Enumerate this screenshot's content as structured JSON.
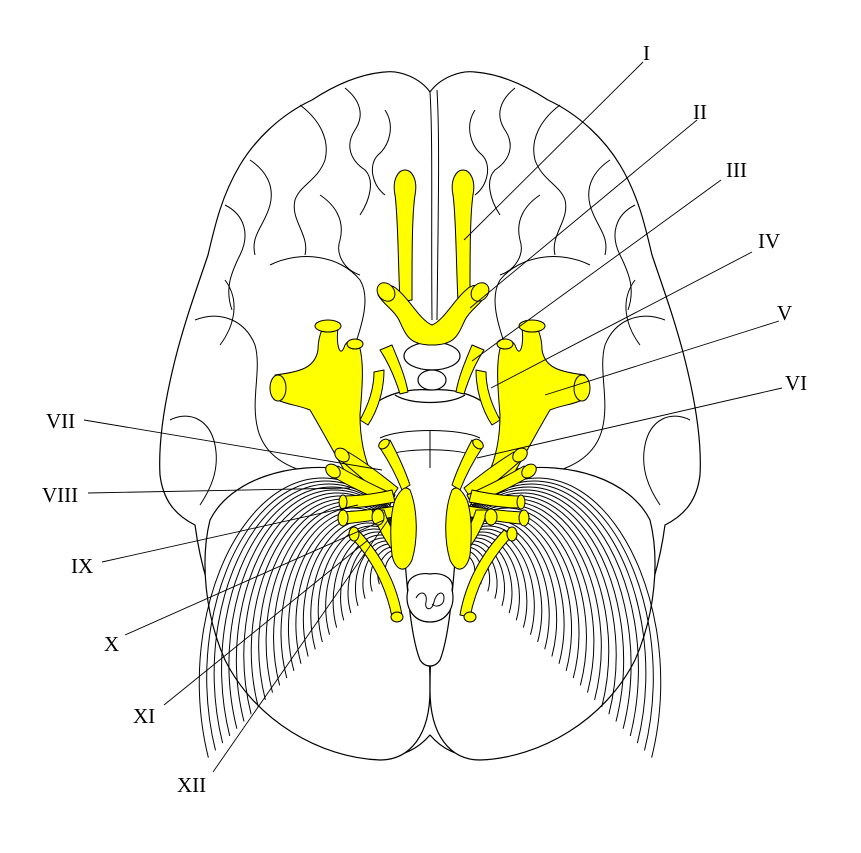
{
  "figure": {
    "highlight_color": "#ffff00",
    "outline_color": "#000000",
    "background_color": "#ffffff"
  },
  "labels": {
    "I": "I",
    "II": "II",
    "III": "III",
    "IV": "IV",
    "V": "V",
    "VI": "VI",
    "VII": "VII",
    "VIII": "VIII",
    "IX": "IX",
    "X": "X",
    "XI": "XI",
    "XII": "XII"
  }
}
